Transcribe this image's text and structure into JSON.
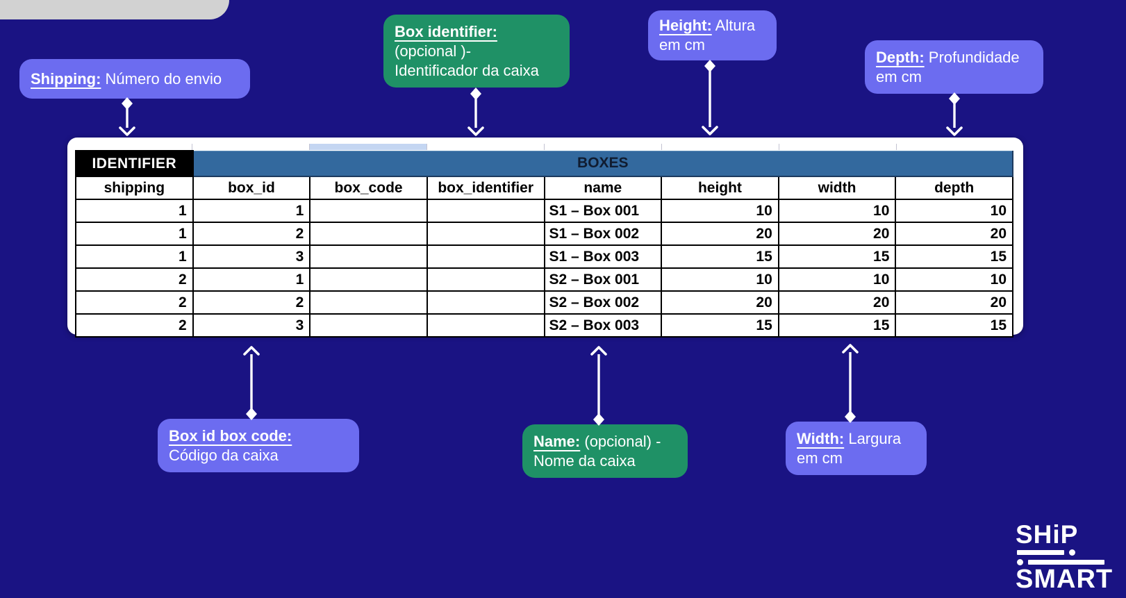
{
  "colors": {
    "background_navy": "#1a1383",
    "callout_purple": "#6c6cf0",
    "callout_green": "#1f9166",
    "table_band_blue": "#33699e",
    "corner_black": "#000000",
    "selection_highlight": "#c4d6f2",
    "top_card_gray": "#d2d2d2",
    "arrow_white": "#ffffff"
  },
  "table": {
    "corner_label": "IDENTIFIER",
    "group_label": "BOXES",
    "columns": [
      "shipping",
      "box_id",
      "box_code",
      "box_identifier",
      "name",
      "height",
      "width",
      "depth"
    ],
    "rows": [
      [
        "1",
        "1",
        "",
        "",
        "S1 – Box 001",
        "10",
        "10",
        "10"
      ],
      [
        "1",
        "2",
        "",
        "",
        "S1 – Box 002",
        "20",
        "20",
        "20"
      ],
      [
        "1",
        "3",
        "",
        "",
        "S1 – Box 003",
        "15",
        "15",
        "15"
      ],
      [
        "2",
        "1",
        "",
        "",
        "S2 – Box 001",
        "10",
        "10",
        "10"
      ],
      [
        "2",
        "2",
        "",
        "",
        "S2 – Box 002",
        "20",
        "20",
        "20"
      ],
      [
        "2",
        "3",
        "",
        "",
        "S2 – Box 003",
        "15",
        "15",
        "15"
      ]
    ]
  },
  "callouts": {
    "shipping": {
      "term": "Shipping:",
      "rest": " Número do envio"
    },
    "box_identifier": {
      "term": "Box identifier:",
      "line2": "(opcional )-",
      "line3": "Identificador da caixa"
    },
    "height": {
      "term": "Height:",
      "rest": " Altura",
      "line2": "em cm"
    },
    "depth": {
      "term": "Depth:",
      "rest": " Profundidade",
      "line2": "em cm"
    },
    "box_id_box_code": {
      "term": "Box id box code:",
      "line2": "Código da caixa"
    },
    "name": {
      "term": "Name:",
      "rest": " (opcional) -",
      "line2": "Nome da caixa"
    },
    "width": {
      "term": "Width:",
      "rest": " Largura",
      "line2": "em cm"
    }
  },
  "logo": {
    "line1": "SHiP",
    "line2": "SMART"
  }
}
